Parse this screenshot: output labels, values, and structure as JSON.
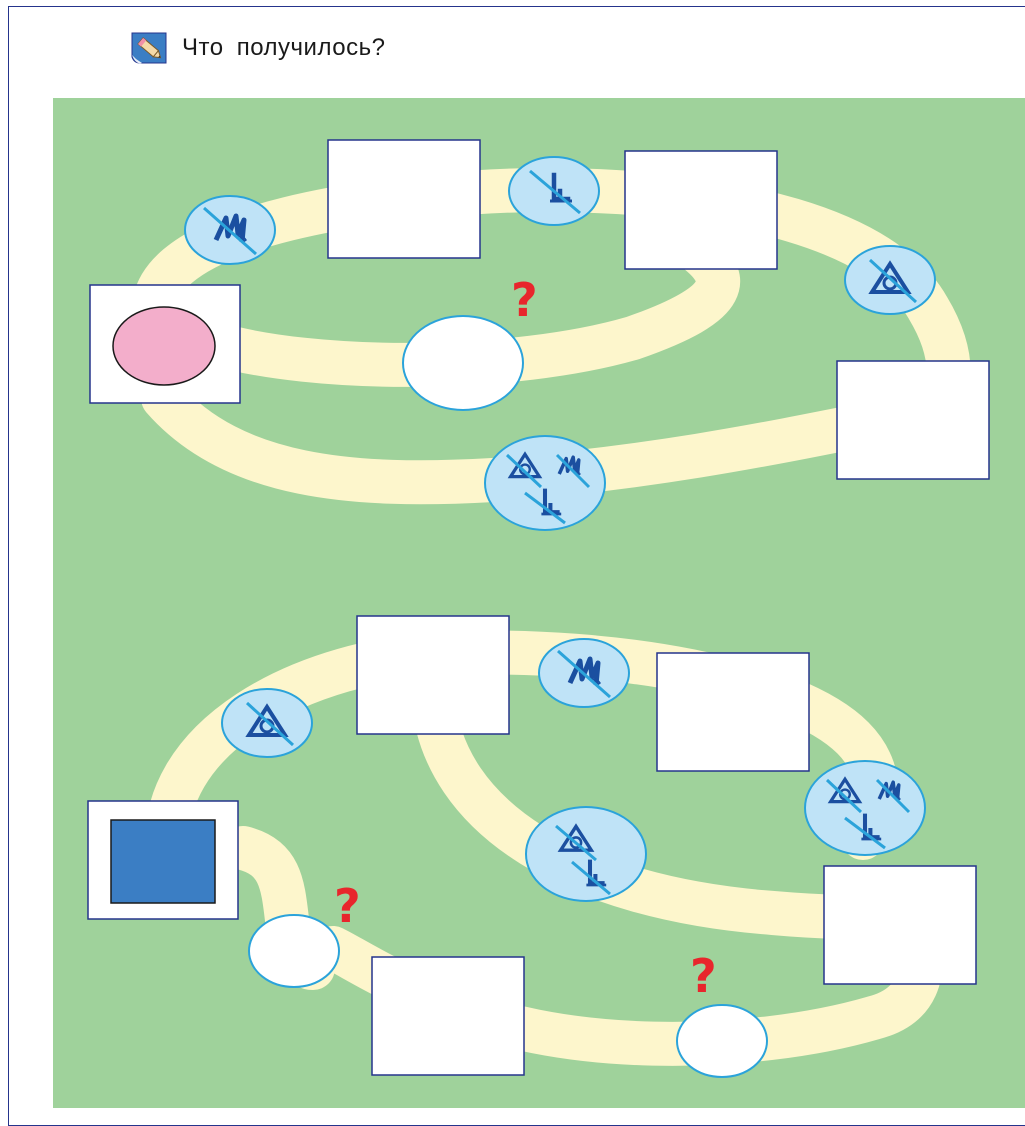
{
  "header": {
    "title": "Что получилось?",
    "icon": "pencil-task-icon"
  },
  "colors": {
    "field": "#9fd29b",
    "path": "#fdf6cc",
    "badge_fill": "#bfe3f7",
    "badge_stroke": "#2ba3da",
    "symbol": "#1b4fa0",
    "question": "#e8262c",
    "box_border": "#25348c",
    "pink_circle": "#f3aecb",
    "blue_square": "#3b7ec4"
  },
  "puzzles": [
    {
      "start_shape": "pink-circle",
      "property_badges": [
        "no-shading-rule",
        "no-size-rule",
        "no-shape-rule",
        "no-shape-shading-size-rule"
      ],
      "unknowns": [
        "?"
      ]
    },
    {
      "start_shape": "blue-square",
      "property_badges": [
        "no-shape-rule",
        "no-shading-rule",
        "no-shape-shading-size-rule",
        "no-shape-size-rule"
      ],
      "unknowns": [
        "?",
        "?"
      ]
    }
  ]
}
